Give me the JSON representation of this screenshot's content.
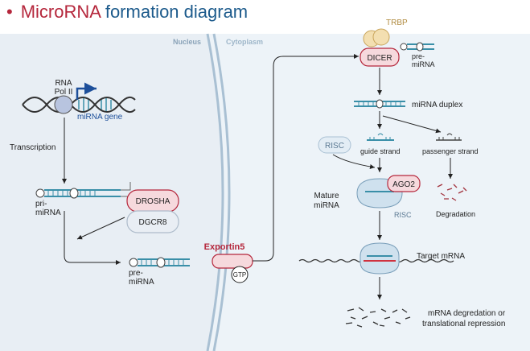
{
  "title": {
    "bullet": "•",
    "part1": "MicroRNA",
    "part2": " formation diagram"
  },
  "colors": {
    "accent_red": "#b5273c",
    "accent_blue": "#1d5b8c",
    "cytoplasm_bg": "#edf3f8",
    "nucleus_bg": "#e8eef4",
    "membrane": "#a9c0d3",
    "strand": "#3a8fa8"
  },
  "regions": {
    "nucleus": "Nucleus",
    "cytoplasm": "Cytoplasm"
  },
  "labels": {
    "rna_pol": "RNA\nPol II",
    "mirna_gene": "miRNA gene",
    "transcription": "Transcription",
    "pri_mirna": "pri-\nmiRNA",
    "drosha": "DROSHA",
    "dgcr8": "DGCR8",
    "pre_mirna_nucleus": "pre-\nmiRNA",
    "exportin": "Exportin5",
    "gtp": "GTP",
    "trbp": "TRBP",
    "dicer": "DICER",
    "pre_mirna_cyto": "pre-\nmiRNA",
    "mirna_duplex": "miRNA duplex",
    "guide_strand": "guide strand",
    "passenger_strand": "passenger strand",
    "risc_free": "RISC",
    "ago2": "AGO2",
    "mature_mirna": "Mature\nmiRNA",
    "risc_complex": "RISC",
    "degradation": "Degradation",
    "target_mrna": "Target mRNA",
    "outcome": "mRNA degredation or\ntranslational repression"
  }
}
